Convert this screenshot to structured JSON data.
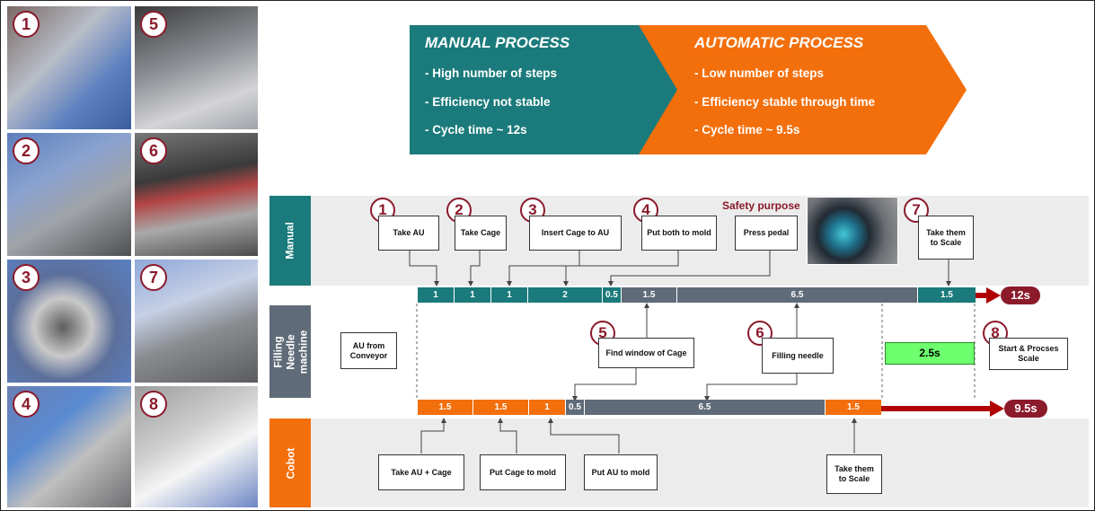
{
  "banner": {
    "manual_title": "MANUAL PROCESS",
    "manual_items": [
      "- High number of steps",
      "- Efficiency not stable",
      "- Cycle time ~ 12s"
    ],
    "auto_title": "AUTOMATIC PROCESS",
    "auto_items": [
      "- Low number of steps",
      "- Efficiency stable through time",
      "- Cycle time ~ 9.5s"
    ]
  },
  "photos": [
    "1",
    "5",
    "2",
    "6",
    "3",
    "7",
    "4",
    "8"
  ],
  "lanes": {
    "manual": "Manual",
    "machine": "Filling Needle machine",
    "cobot": "Cobot"
  },
  "manual_steps": [
    {
      "num": "1",
      "label": "Take AU"
    },
    {
      "num": "2",
      "label": "Take Cage"
    },
    {
      "num": "3",
      "label": "Insert Cage to AU"
    },
    {
      "num": "4",
      "label": "Put both to mold"
    },
    {
      "num": "",
      "label": "Press pedal"
    },
    {
      "num": "7",
      "label": "Take them to Scale"
    }
  ],
  "safety_label": "Safety purpose",
  "manual_bar": [
    "1",
    "1",
    "1",
    "2",
    "0.5",
    "1.5",
    "6.5",
    "1.5"
  ],
  "manual_total": "12s",
  "machine_steps": [
    {
      "num": "",
      "label": "AU from Conveyor"
    },
    {
      "num": "5",
      "label": "Find window of Cage"
    },
    {
      "num": "6",
      "label": "Filling needle"
    },
    {
      "num": "8",
      "label": "Start & Procses Scale"
    }
  ],
  "scale_time": "2.5s",
  "cobot_bar": [
    "1.5",
    "1.5",
    "1",
    "0.5",
    "6.5",
    "1.5"
  ],
  "cobot_total": "9.5s",
  "cobot_steps": [
    "Take AU + Cage",
    "Put Cage to mold",
    "Put AU to mold",
    "Take them to Scale"
  ],
  "colors": {
    "teal": "#1b7a7b",
    "orange": "#f36f0c",
    "gray": "#5f6b78",
    "maroon": "#8b1a2b",
    "green": "#6dff6d"
  }
}
